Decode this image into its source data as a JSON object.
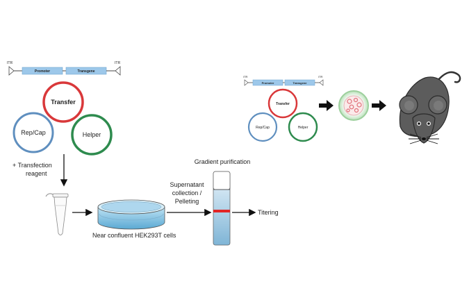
{
  "left_workflow": {
    "itr_left": "ITR",
    "itr_right": "ITR",
    "promoter": "Promoter",
    "transgene": "Transgene",
    "transfer": "Transfer",
    "repcap": "Rep/Cap",
    "helper": "Helper",
    "transfection_line1": "+ Transfection",
    "transfection_line2": "reagent",
    "cells_label": "Near confluent HEK293T cells",
    "supernatant_line1": "Supernatant",
    "supernatant_line2": "collection /",
    "supernatant_line3": "Pelleting",
    "gradient_label": "Gradient purification",
    "titering_label": "Titering"
  },
  "right_workflow": {
    "itr_left": "ITR",
    "itr_right": "ITR",
    "promoter": "Promoter",
    "transgene": "Transgene",
    "transfer": "Transfer",
    "repcap": "Rep/Cap",
    "helper": "Helper",
    "cell_icon": "infected-cell-icon",
    "mouse_icon": "mouse-icon"
  },
  "colors": {
    "construct_blue": "#9dc8ea",
    "transfer_red": "#d9383a",
    "helper_green": "#2e8b4e",
    "repcap_blue": "#5f8fbf",
    "cell_green": "#9ccf9c",
    "cell_pink": "#e0707a",
    "band_red": "#e22525",
    "mouse_gray": "#5c5c5c"
  }
}
